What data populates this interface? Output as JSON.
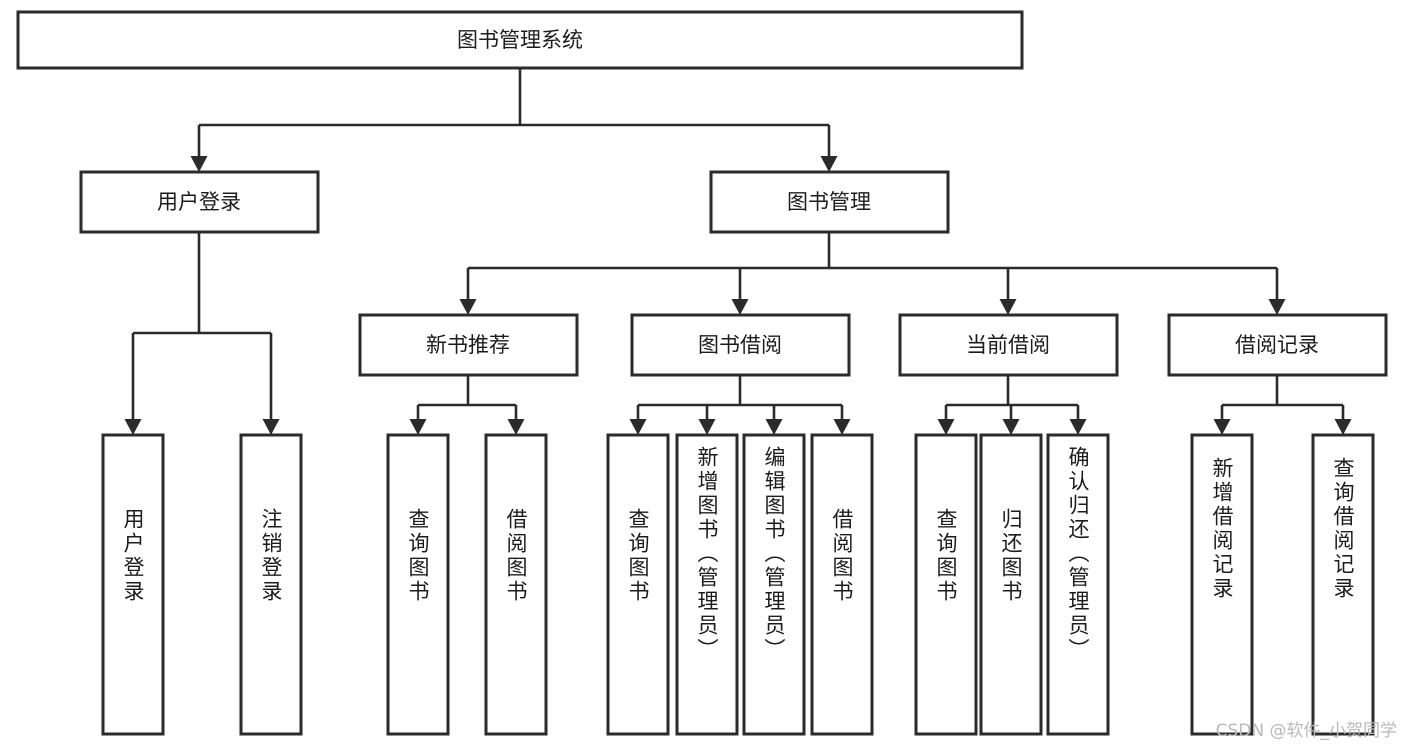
{
  "diagram": {
    "type": "tree-hierarchy-chart",
    "title": "图书管理系统",
    "background_color": "#ffffff",
    "line_color": "#2b2b2b",
    "text_color": "#1c1c1c",
    "levels": 4,
    "root": {
      "id": "root",
      "label": "图书管理系统",
      "orientation": "horizontal"
    },
    "level2": [
      {
        "id": "user-login",
        "label": "用户登录",
        "orientation": "horizontal"
      },
      {
        "id": "book-management",
        "label": "图书管理",
        "orientation": "horizontal"
      }
    ],
    "level3": [
      {
        "id": "new-book-recommend",
        "label": "新书推荐",
        "orientation": "horizontal",
        "parent": "book-management"
      },
      {
        "id": "book-borrow",
        "label": "图书借阅",
        "orientation": "horizontal",
        "parent": "book-management"
      },
      {
        "id": "current-borrow",
        "label": "当前借阅",
        "orientation": "horizontal",
        "parent": "book-management"
      },
      {
        "id": "borrow-record",
        "label": "借阅记录",
        "orientation": "horizontal",
        "parent": "book-management"
      }
    ],
    "leaves": [
      {
        "id": "leaf-user-login",
        "label": "用户登录",
        "orientation": "vertical",
        "parent": "user-login"
      },
      {
        "id": "leaf-logout-login",
        "label": "注销登录",
        "orientation": "vertical",
        "parent": "user-login"
      },
      {
        "id": "leaf-query-book-1",
        "label": "查询图书",
        "orientation": "vertical",
        "parent": "new-book-recommend"
      },
      {
        "id": "leaf-borrow-book-1",
        "label": "借阅图书",
        "orientation": "vertical",
        "parent": "new-book-recommend"
      },
      {
        "id": "leaf-query-book-2",
        "label": "查询图书",
        "orientation": "vertical",
        "parent": "book-borrow"
      },
      {
        "id": "leaf-add-book",
        "label": "新增图书（管理员）",
        "orientation": "vertical",
        "parent": "book-borrow"
      },
      {
        "id": "leaf-edit-book",
        "label": "编辑图书（管理员）",
        "orientation": "vertical",
        "parent": "book-borrow"
      },
      {
        "id": "leaf-borrow-book-2",
        "label": "借阅图书",
        "orientation": "vertical",
        "parent": "book-borrow"
      },
      {
        "id": "leaf-query-book-3",
        "label": "查询图书",
        "orientation": "vertical",
        "parent": "current-borrow"
      },
      {
        "id": "leaf-return-book",
        "label": "归还图书",
        "orientation": "vertical",
        "parent": "current-borrow"
      },
      {
        "id": "leaf-confirm-return",
        "label": "确认归还（管理员）",
        "orientation": "vertical",
        "parent": "current-borrow"
      },
      {
        "id": "leaf-add-record",
        "label": "新增借阅记录",
        "orientation": "vertical",
        "parent": "borrow-record"
      },
      {
        "id": "leaf-query-record",
        "label": "查询借阅记录",
        "orientation": "vertical",
        "parent": "borrow-record"
      }
    ]
  },
  "watermark": {
    "text": "CSDN @软件_小贺同学",
    "color": "#b9b9b9"
  }
}
